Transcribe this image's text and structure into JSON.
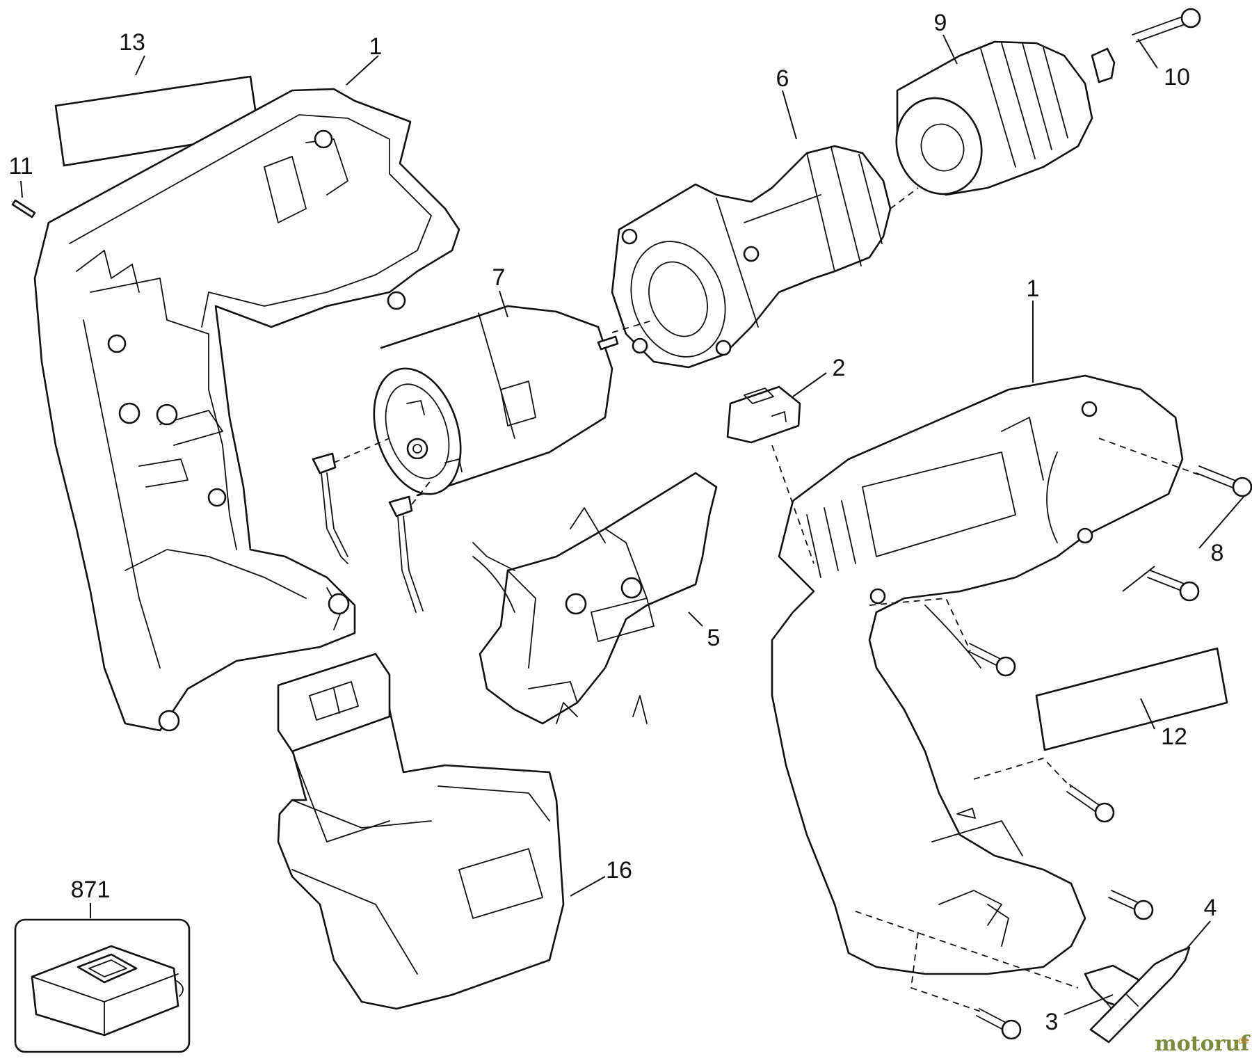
{
  "diagram": {
    "callouts": {
      "housing_left": "1",
      "housing_right": "1",
      "switch_button": "2",
      "bit_holder": "3",
      "screwdriver_bit": "4",
      "trigger_switch": "5",
      "gearbox": "6",
      "motor": "7",
      "screws": "8",
      "chuck": "9",
      "chuck_screw": "10",
      "pin": "11",
      "label_right": "12",
      "label_left": "13",
      "battery_pack": "16",
      "charger": "871"
    },
    "watermark": {
      "main": "motoruf",
      "dot": ".de",
      "color_main": "#7a8a3c",
      "color_accent": "#c87d2a"
    }
  }
}
